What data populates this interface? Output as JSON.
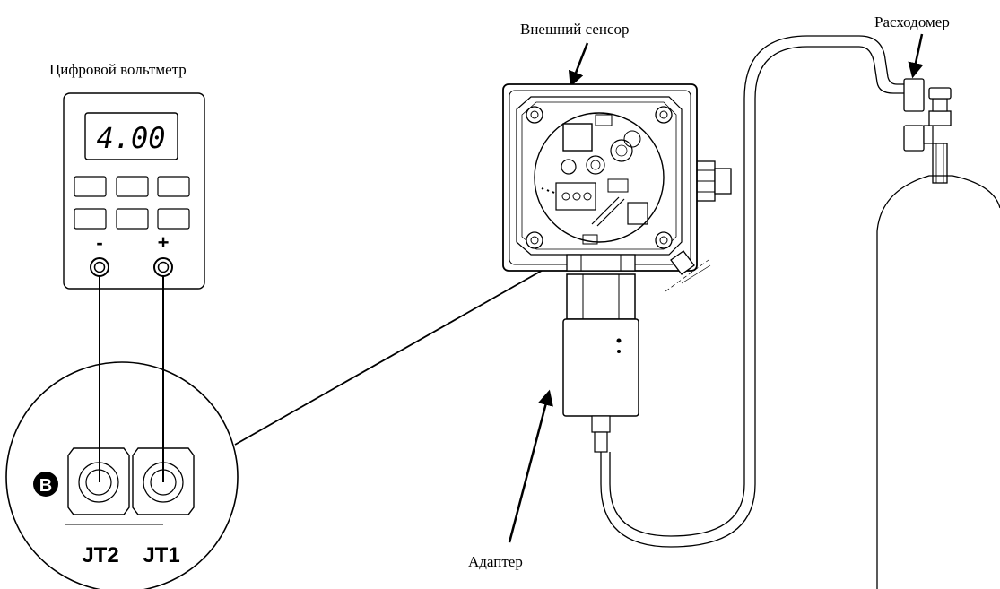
{
  "labels": {
    "voltmeter_title": "Цифровой вольтметр",
    "external_sensor": "Внешний сенсор",
    "flowmeter": "Расходомер",
    "adapter": "Адаптер"
  },
  "voltmeter": {
    "reading": "4.00",
    "minus_symbol": "-",
    "plus_symbol": "+"
  },
  "detail": {
    "badge": "B",
    "jt2": "JT2",
    "jt1": "JT1"
  }
}
